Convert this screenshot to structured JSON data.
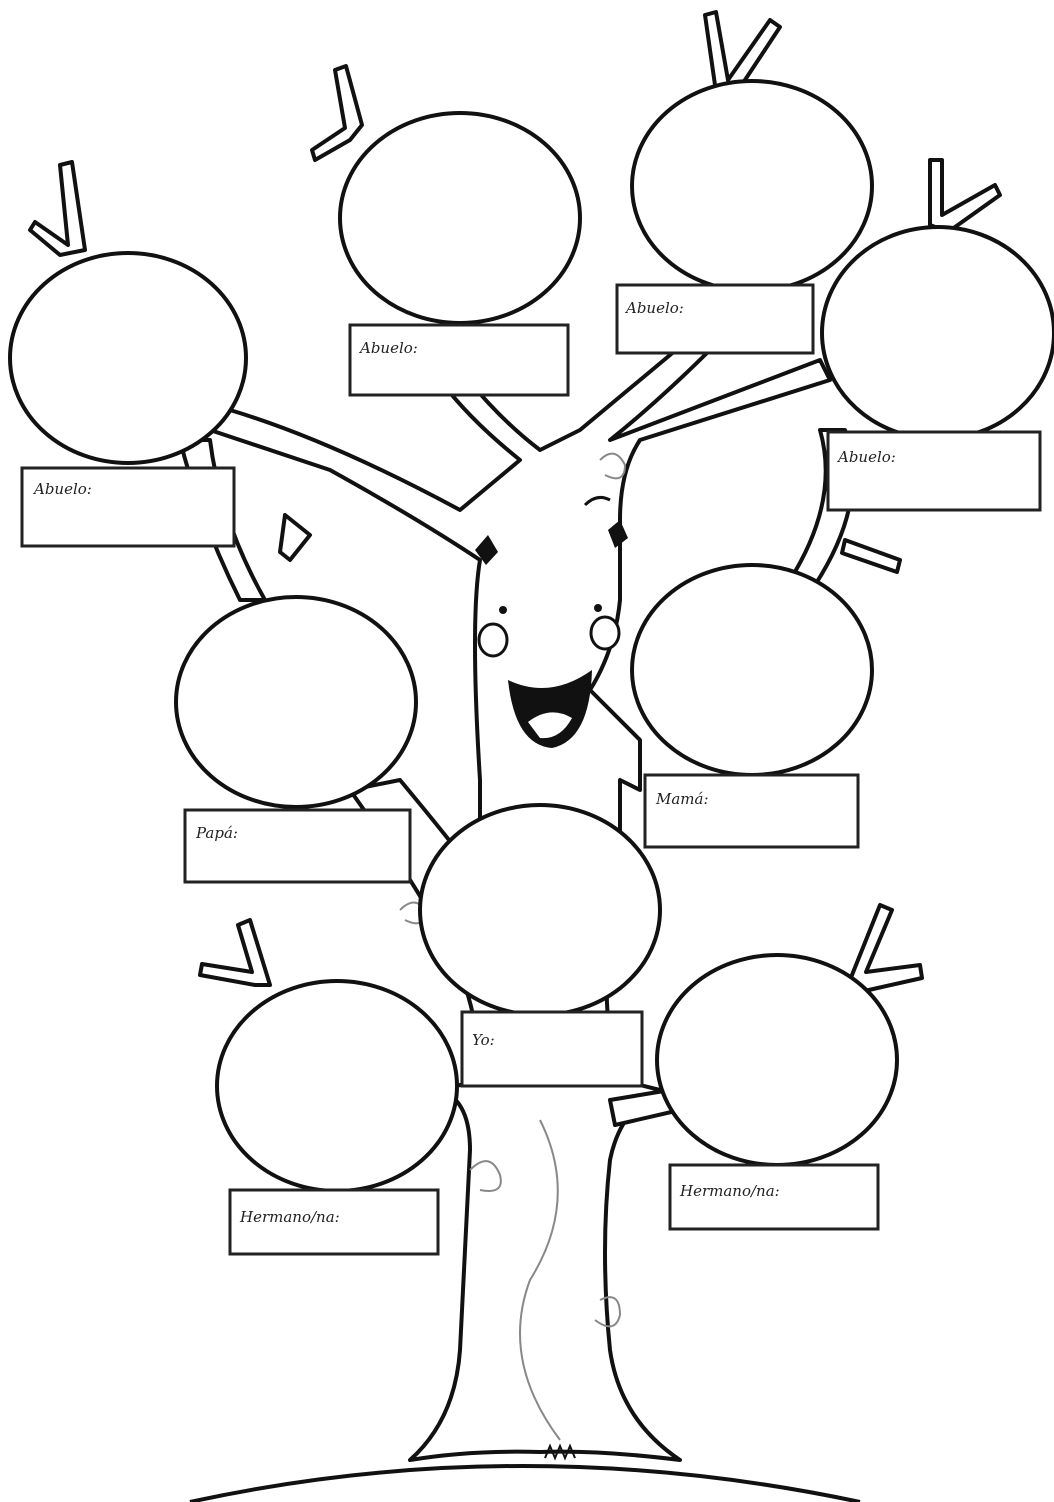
{
  "labels": {
    "grandparent_1": "Abuelo:",
    "grandparent_2": "Abuelo:",
    "grandparent_3": "Abuelo:",
    "grandparent_4": "Abuelo:",
    "father": "Papá:",
    "mother": "Mamá:",
    "me": "Yo:",
    "sibling_1": "Hermano/na:",
    "sibling_2": "Hermano/na:"
  }
}
